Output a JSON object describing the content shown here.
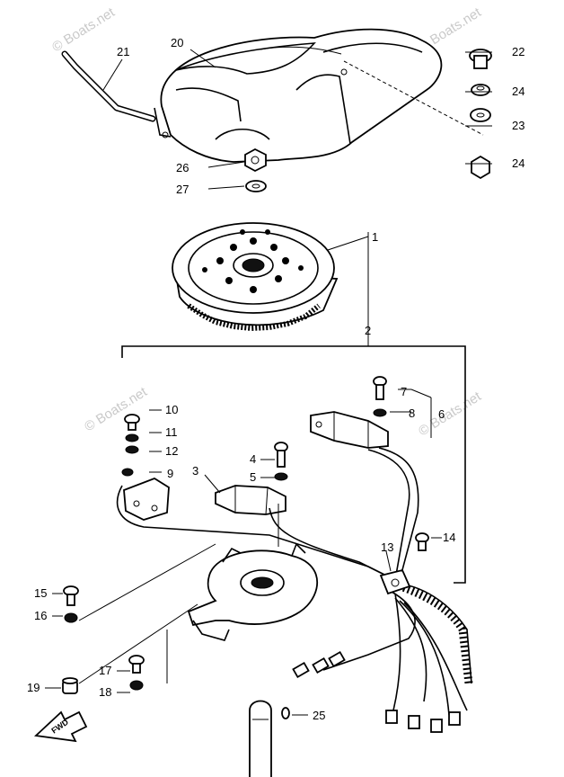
{
  "watermarks": [
    "© Boats.net",
    "© Boats.net",
    "© Boats.net",
    "© Boats.net"
  ],
  "fwd_label": "FWD",
  "callouts": [
    {
      "id": "1",
      "name": "flywheel"
    },
    {
      "id": "2",
      "name": "stator-assembly"
    },
    {
      "id": "3",
      "name": "pulser-coil"
    },
    {
      "id": "4",
      "name": "screw"
    },
    {
      "id": "5",
      "name": "washer"
    },
    {
      "id": "6",
      "name": "ignition-coil-assembly"
    },
    {
      "id": "7",
      "name": "screw"
    },
    {
      "id": "8",
      "name": "washer"
    },
    {
      "id": "9",
      "name": "charge-coil"
    },
    {
      "id": "10",
      "name": "screw"
    },
    {
      "id": "11",
      "name": "washer"
    },
    {
      "id": "12",
      "name": "washer"
    },
    {
      "id": "13",
      "name": "clamp"
    },
    {
      "id": "14",
      "name": "screw"
    },
    {
      "id": "15",
      "name": "screw"
    },
    {
      "id": "16",
      "name": "washer"
    },
    {
      "id": "17",
      "name": "screw"
    },
    {
      "id": "18",
      "name": "washer"
    },
    {
      "id": "19",
      "name": "collar"
    },
    {
      "id": "20",
      "name": "flywheel-cover"
    },
    {
      "id": "21",
      "name": "hose"
    },
    {
      "id": "22",
      "name": "bolt"
    },
    {
      "id": "23",
      "name": "collar"
    },
    {
      "id": "24",
      "name": "grommet"
    },
    {
      "id": "25",
      "name": "retaining-ring"
    },
    {
      "id": "26",
      "name": "nut"
    },
    {
      "id": "27",
      "name": "washer"
    }
  ]
}
